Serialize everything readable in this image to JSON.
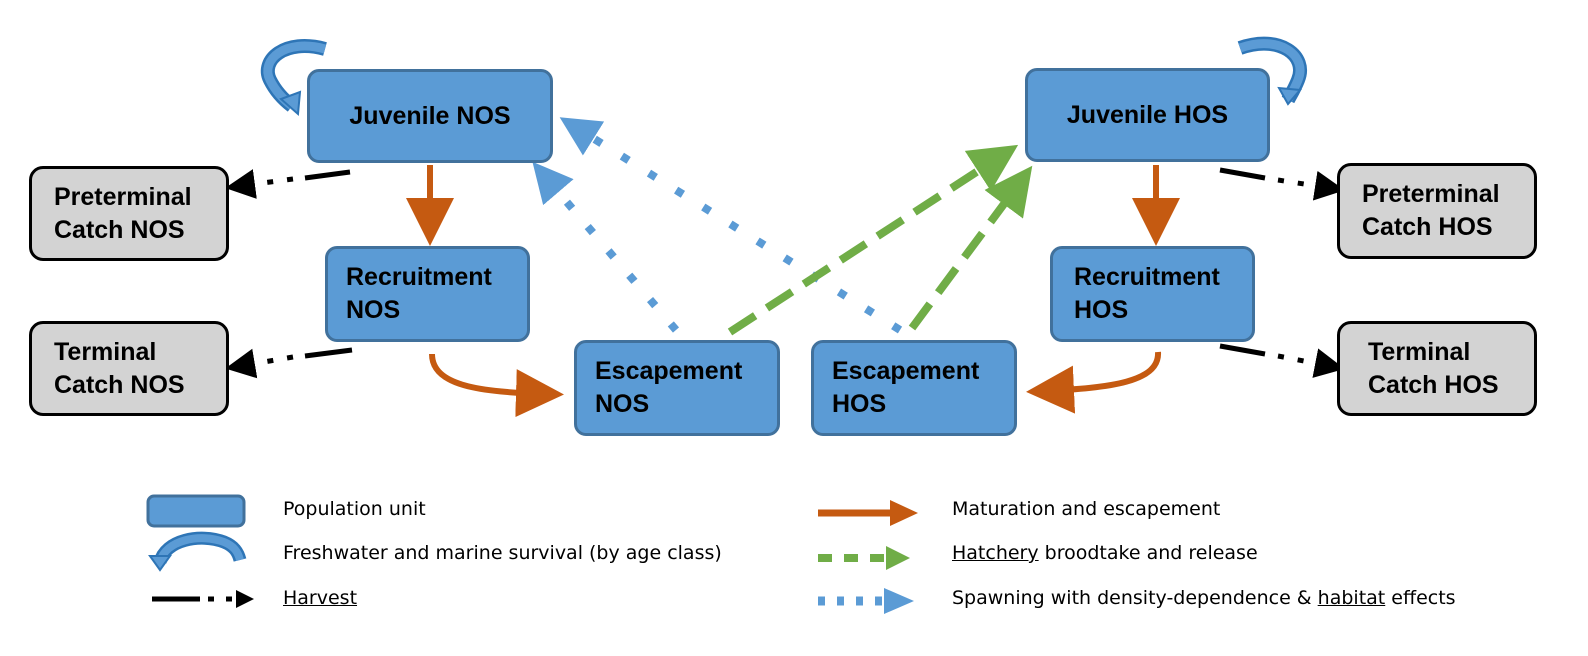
{
  "colors": {
    "population_fill": "#5b9bd5",
    "population_border": "#41719c",
    "catch_fill": "#d3d3d3",
    "maturation": "#c55a11",
    "hatchery": "#70ad47",
    "spawning": "#5b9bd5",
    "harvest": "#000000",
    "survival": "#2e75b6"
  },
  "nodes": {
    "juvenile_nos": {
      "line1": "Juvenile NOS"
    },
    "juvenile_hos": {
      "line1": "Juvenile HOS"
    },
    "recruitment_nos": {
      "line1": "Recruitment",
      "line2": "NOS"
    },
    "recruitment_hos": {
      "line1": "Recruitment",
      "line2": "HOS"
    },
    "escapement_nos": {
      "line1": "Escapement",
      "line2": "NOS"
    },
    "escapement_hos": {
      "line1": "Escapement",
      "line2": "HOS"
    },
    "preterminal_nos": {
      "line1": "Preterminal",
      "line2": "Catch NOS"
    },
    "preterminal_hos": {
      "line1": "Preterminal",
      "line2": "Catch HOS"
    },
    "terminal_nos": {
      "line1": "Terminal",
      "line2": "Catch NOS"
    },
    "terminal_hos": {
      "line1": "Terminal",
      "line2": "Catch HOS"
    }
  },
  "legend": {
    "population_unit": "Population unit",
    "survival": "Freshwater and marine survival (by age class)",
    "harvest": "Harvest",
    "maturation": "Maturation and escapement",
    "hatchery_word": "Hatchery",
    "hatchery_rest": " broodtake and release",
    "spawning_pre": "Spawning with density-dependence & ",
    "spawning_habitat": "habitat",
    "spawning_post": " effects"
  }
}
